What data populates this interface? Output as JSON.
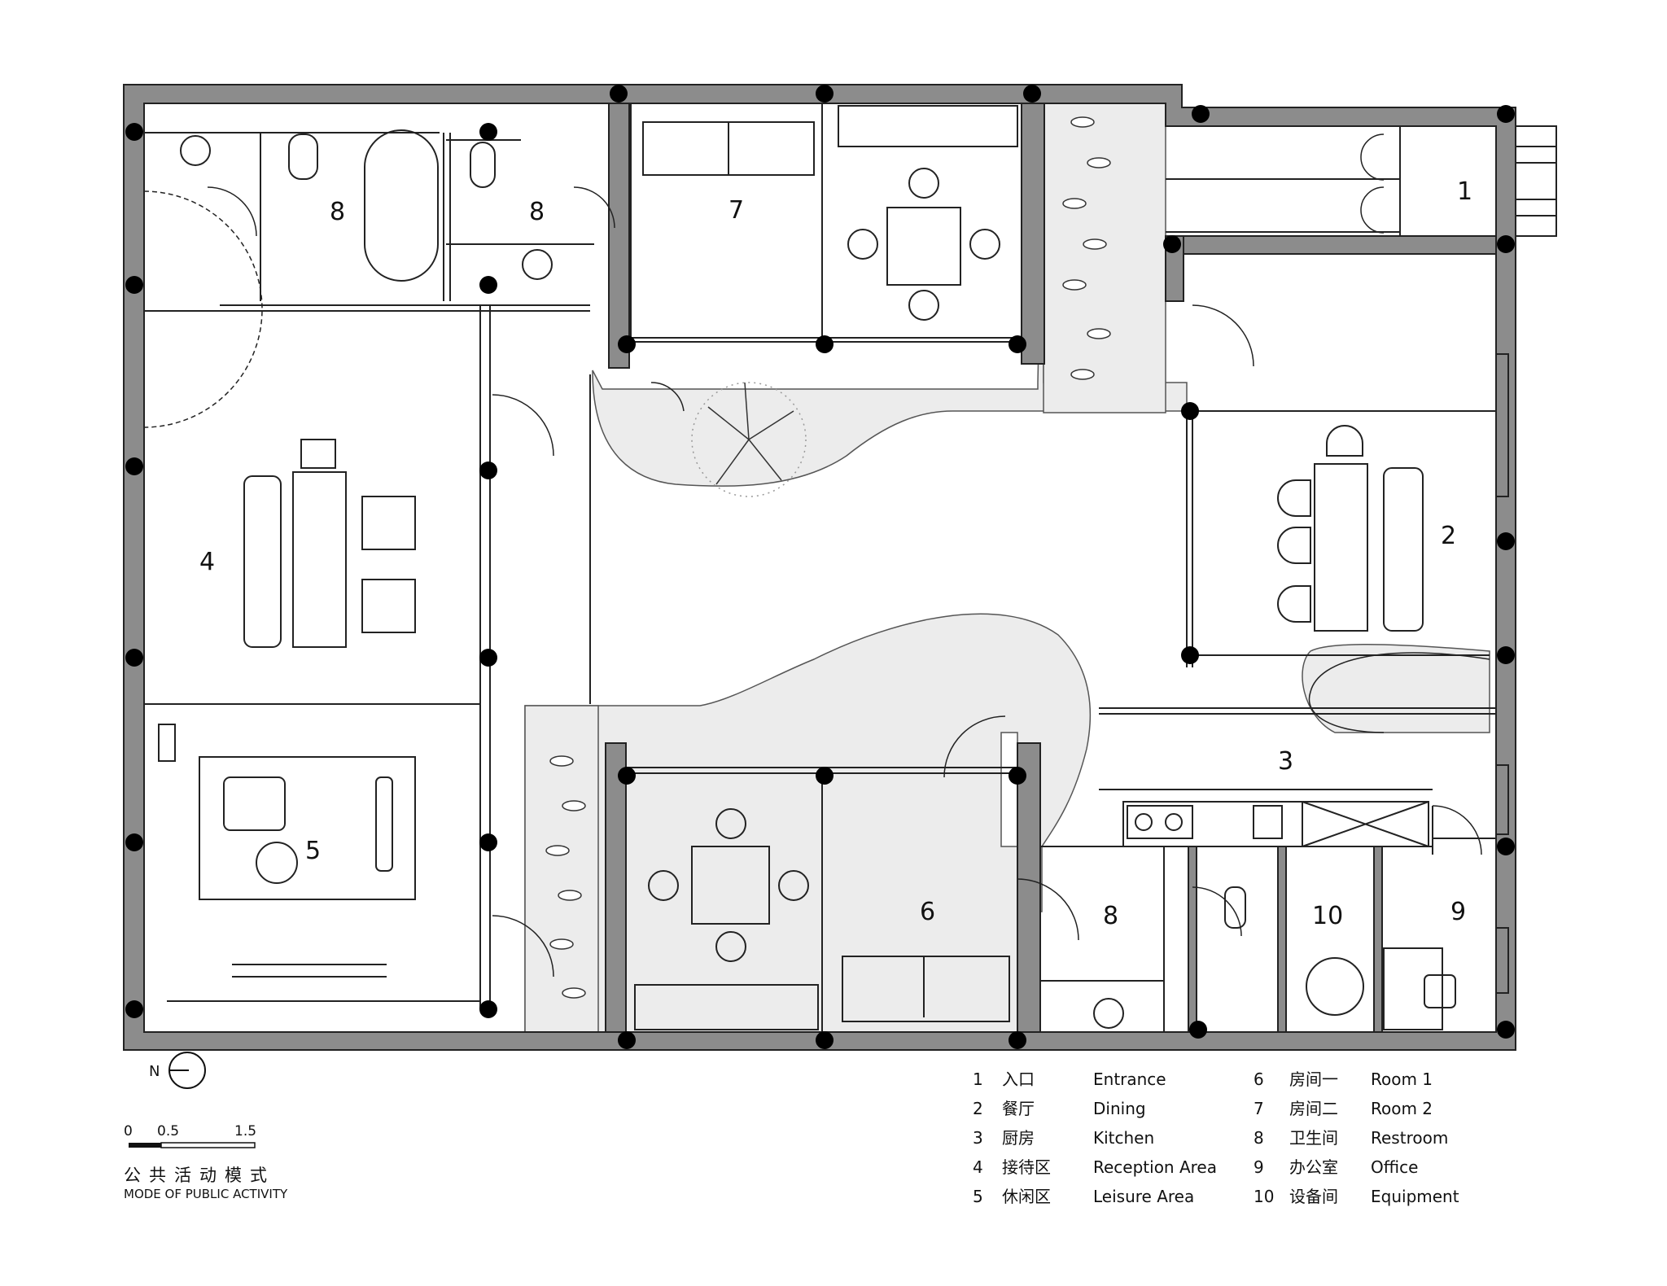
{
  "room_labels": {
    "entrance": "1",
    "dining": "2",
    "kitchen": "3",
    "reception": "4",
    "leisure": "5",
    "room1": "6",
    "room2": "7",
    "restroom_a": "8",
    "restroom_b": "8",
    "restroom_c": "8",
    "office": "9",
    "equipment": "10"
  },
  "legend": [
    {
      "num": "1",
      "cn": "入口",
      "en": "Entrance"
    },
    {
      "num": "2",
      "cn": "餐厅",
      "en": "Dining"
    },
    {
      "num": "3",
      "cn": "厨房",
      "en": "Kitchen"
    },
    {
      "num": "4",
      "cn": "接待区",
      "en": "Reception Area"
    },
    {
      "num": "5",
      "cn": "休闲区",
      "en": "Leisure Area"
    },
    {
      "num": "6",
      "cn": "房间一",
      "en": "Room 1"
    },
    {
      "num": "7",
      "cn": "房间二",
      "en": "Room 2"
    },
    {
      "num": "8",
      "cn": "卫生间",
      "en": "Restroom"
    },
    {
      "num": "9",
      "cn": "办公室",
      "en": "Office"
    },
    {
      "num": "10",
      "cn": "设备间",
      "en": "Equipment"
    }
  ],
  "north": {
    "label": "N"
  },
  "scale": {
    "ticks": [
      "0",
      "0.5",
      "1.5"
    ]
  },
  "mode": {
    "title_cn": "公共活动模式",
    "title_en": "MODE OF PUBLIC ACTIVITY"
  },
  "colors": {
    "wall": "#8c8c8c",
    "line": "#222222",
    "column": "#000000",
    "courtyard": "#ececec"
  }
}
